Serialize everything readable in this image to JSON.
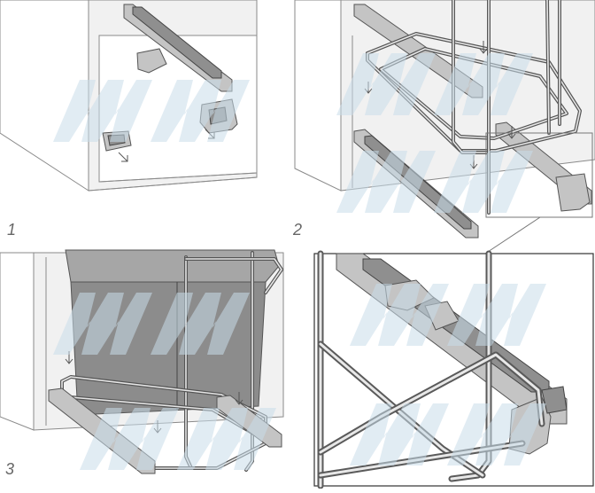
{
  "steps": [
    {
      "number": "1"
    },
    {
      "number": "2"
    },
    {
      "number": "3"
    }
  ],
  "watermark": {
    "text": "MAM"
  },
  "colors": {
    "line": "#555555",
    "metal": "#c4c4c4",
    "bin": "#8c8c8c",
    "watermark": "#c8dcea"
  }
}
